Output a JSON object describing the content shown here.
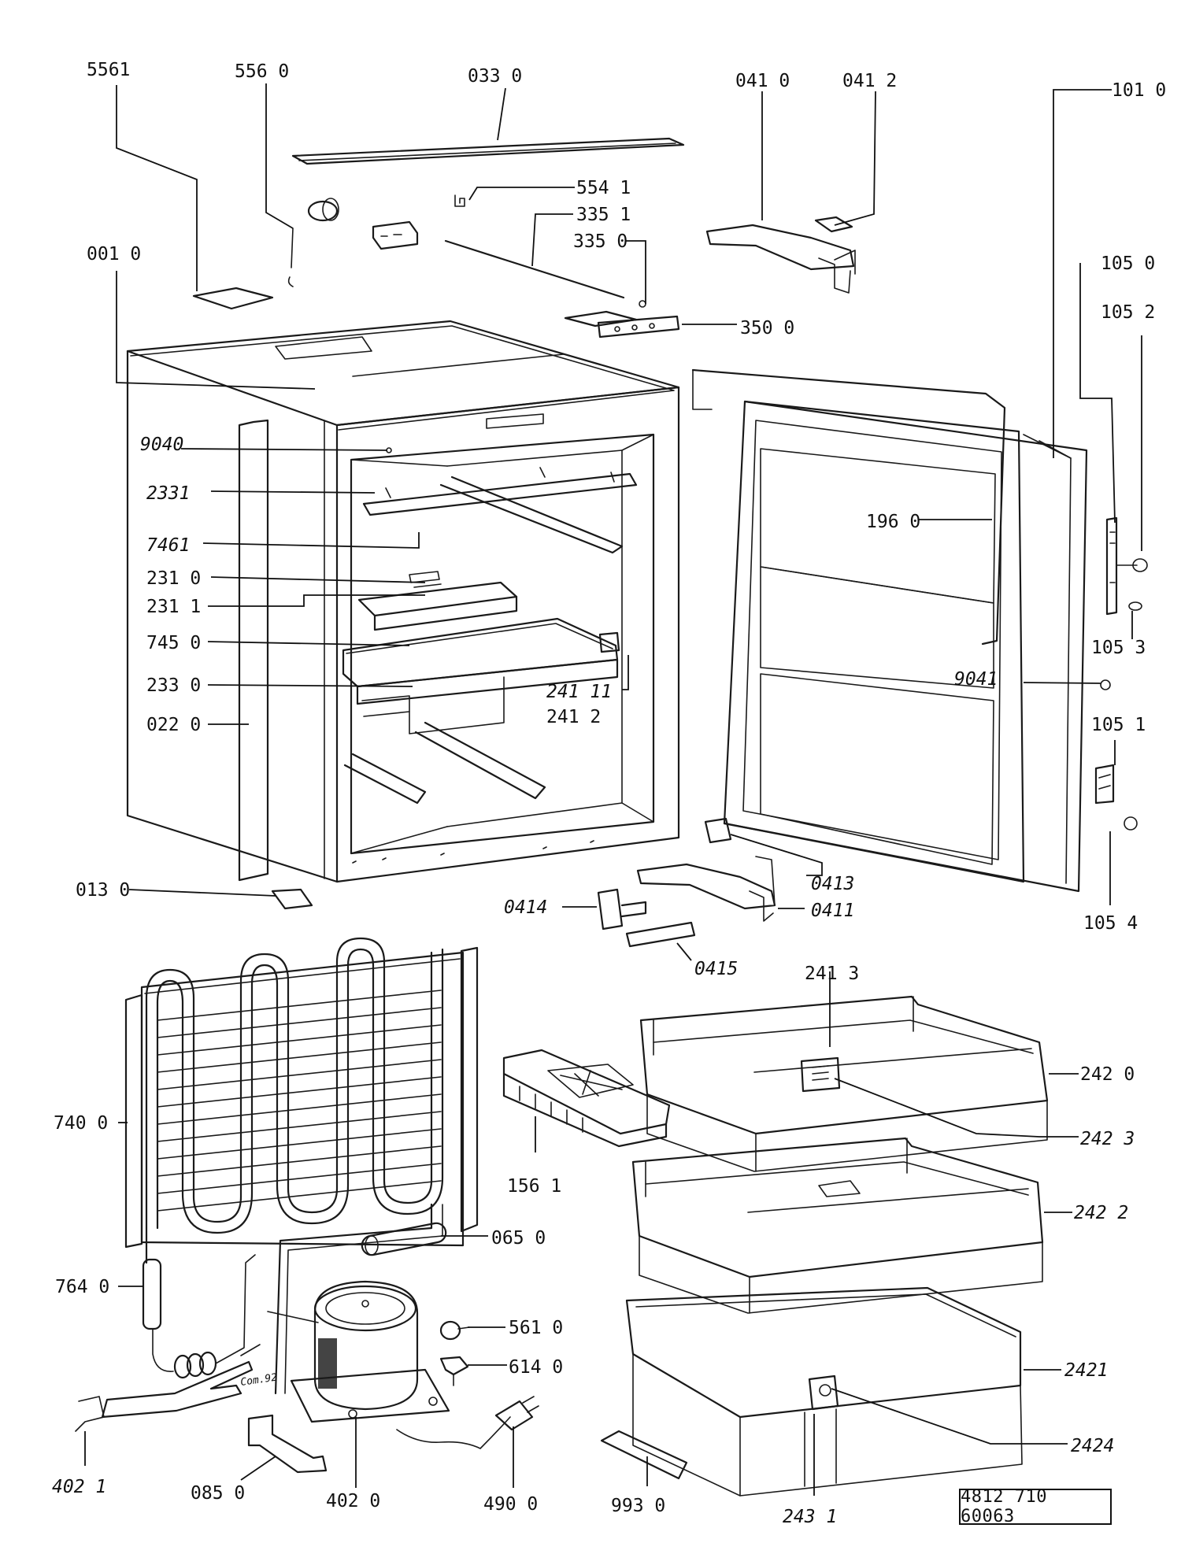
{
  "document_number": "4812 710 60063",
  "parts": [
    {
      "id": "p5561",
      "label": "5561"
    },
    {
      "id": "p5560",
      "label": "556 0"
    },
    {
      "id": "p0330",
      "label": "033 0"
    },
    {
      "id": "p0410",
      "label": "041 0"
    },
    {
      "id": "p0412",
      "label": "041 2"
    },
    {
      "id": "p1010",
      "label": "101 0"
    },
    {
      "id": "p5541",
      "label": "554 1"
    },
    {
      "id": "p3351",
      "label": "335 1"
    },
    {
      "id": "p3350",
      "label": "335 0"
    },
    {
      "id": "p0010",
      "label": "001 0"
    },
    {
      "id": "p3500",
      "label": "350 0"
    },
    {
      "id": "p1050",
      "label": "105 0"
    },
    {
      "id": "p1052",
      "label": "105 2"
    },
    {
      "id": "p9040",
      "label": "9040"
    },
    {
      "id": "p2331",
      "label": "2331"
    },
    {
      "id": "p1960",
      "label": "196 0"
    },
    {
      "id": "p7461",
      "label": "7461"
    },
    {
      "id": "p2310",
      "label": "231 0"
    },
    {
      "id": "p2311",
      "label": "231 1"
    },
    {
      "id": "p7450",
      "label": "745 0"
    },
    {
      "id": "p1053",
      "label": "105 3"
    },
    {
      "id": "p9041",
      "label": "9041"
    },
    {
      "id": "p2330",
      "label": "233 0"
    },
    {
      "id": "p24111",
      "label": "241 11"
    },
    {
      "id": "p2412",
      "label": "241 2"
    },
    {
      "id": "p0220",
      "label": "022 0"
    },
    {
      "id": "p1051",
      "label": "105 1"
    },
    {
      "id": "p0130",
      "label": "013 0"
    },
    {
      "id": "p0413",
      "label": "0413"
    },
    {
      "id": "p0414",
      "label": "0414"
    },
    {
      "id": "p0411",
      "label": "0411"
    },
    {
      "id": "p1054",
      "label": "105 4"
    },
    {
      "id": "p0415",
      "label": "0415"
    },
    {
      "id": "p2413",
      "label": "241 3"
    },
    {
      "id": "p2420",
      "label": "242 0"
    },
    {
      "id": "p7400",
      "label": "740 0"
    },
    {
      "id": "p2423",
      "label": "242 3"
    },
    {
      "id": "p1561",
      "label": "156 1"
    },
    {
      "id": "p2422",
      "label": "242 2"
    },
    {
      "id": "p0650",
      "label": "065 0"
    },
    {
      "id": "p7640",
      "label": "764 0"
    },
    {
      "id": "p5610",
      "label": "561 0"
    },
    {
      "id": "p6140",
      "label": "614 0"
    },
    {
      "id": "p2421",
      "label": "2421"
    },
    {
      "id": "p4021",
      "label": "402 1"
    },
    {
      "id": "p2424",
      "label": "2424"
    },
    {
      "id": "p0850",
      "label": "085 0"
    },
    {
      "id": "p4020",
      "label": "402 0"
    },
    {
      "id": "p4900",
      "label": "490 0"
    },
    {
      "id": "p9930",
      "label": "993 0"
    },
    {
      "id": "p2431",
      "label": "243 1"
    }
  ],
  "compressor_stamp": "Com.92"
}
